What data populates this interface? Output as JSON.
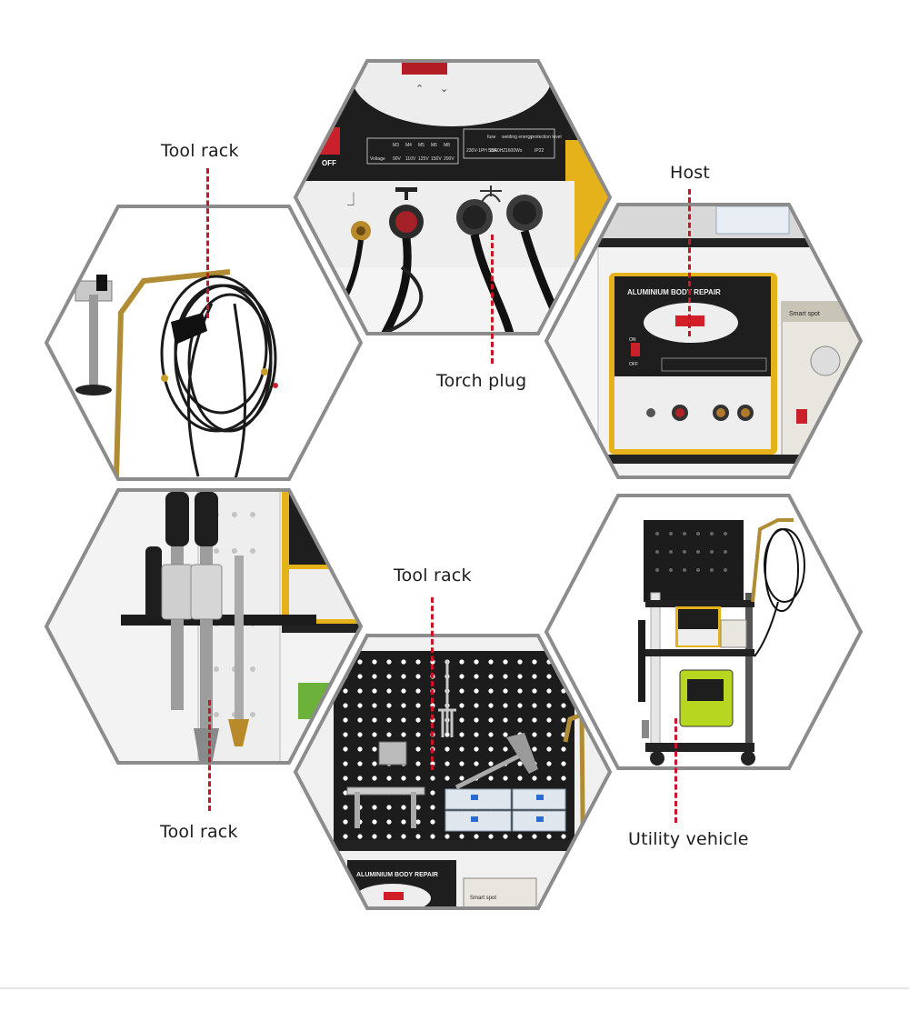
{
  "labels": {
    "tool_rack_top": "Tool rack",
    "host": "Host",
    "torch_plug": "Torch plug",
    "tool_rack_middle": "Tool rack",
    "tool_rack_bottom": "Tool rack",
    "utility_vehicle": "Utility vehicle"
  },
  "panel_text": {
    "off": "OFF",
    "on": "ON",
    "voltage_label": "Voltage",
    "voltage_models": [
      "M3",
      "M4",
      "M5",
      "M6",
      "M8"
    ],
    "voltage_values": [
      "90V",
      "110V",
      "125V",
      "150V",
      "200V"
    ],
    "spec_headers": [
      "fuse",
      "welding energy",
      "protection level"
    ],
    "spec_values": [
      "230V-1PH 50/60HZ",
      "15A",
      "1600Ws",
      "IP22"
    ],
    "brand": "ALUMINIUM BODY REPAIR",
    "smart_spot": "Smart spot"
  },
  "colors": {
    "frame": "#8c8c8c",
    "leader": "#c8152a",
    "machine_yellow": "#e6b21c",
    "machine_black": "#1e1e1e",
    "panel_white": "#eeeeef",
    "green_welder": "#b7d620"
  }
}
